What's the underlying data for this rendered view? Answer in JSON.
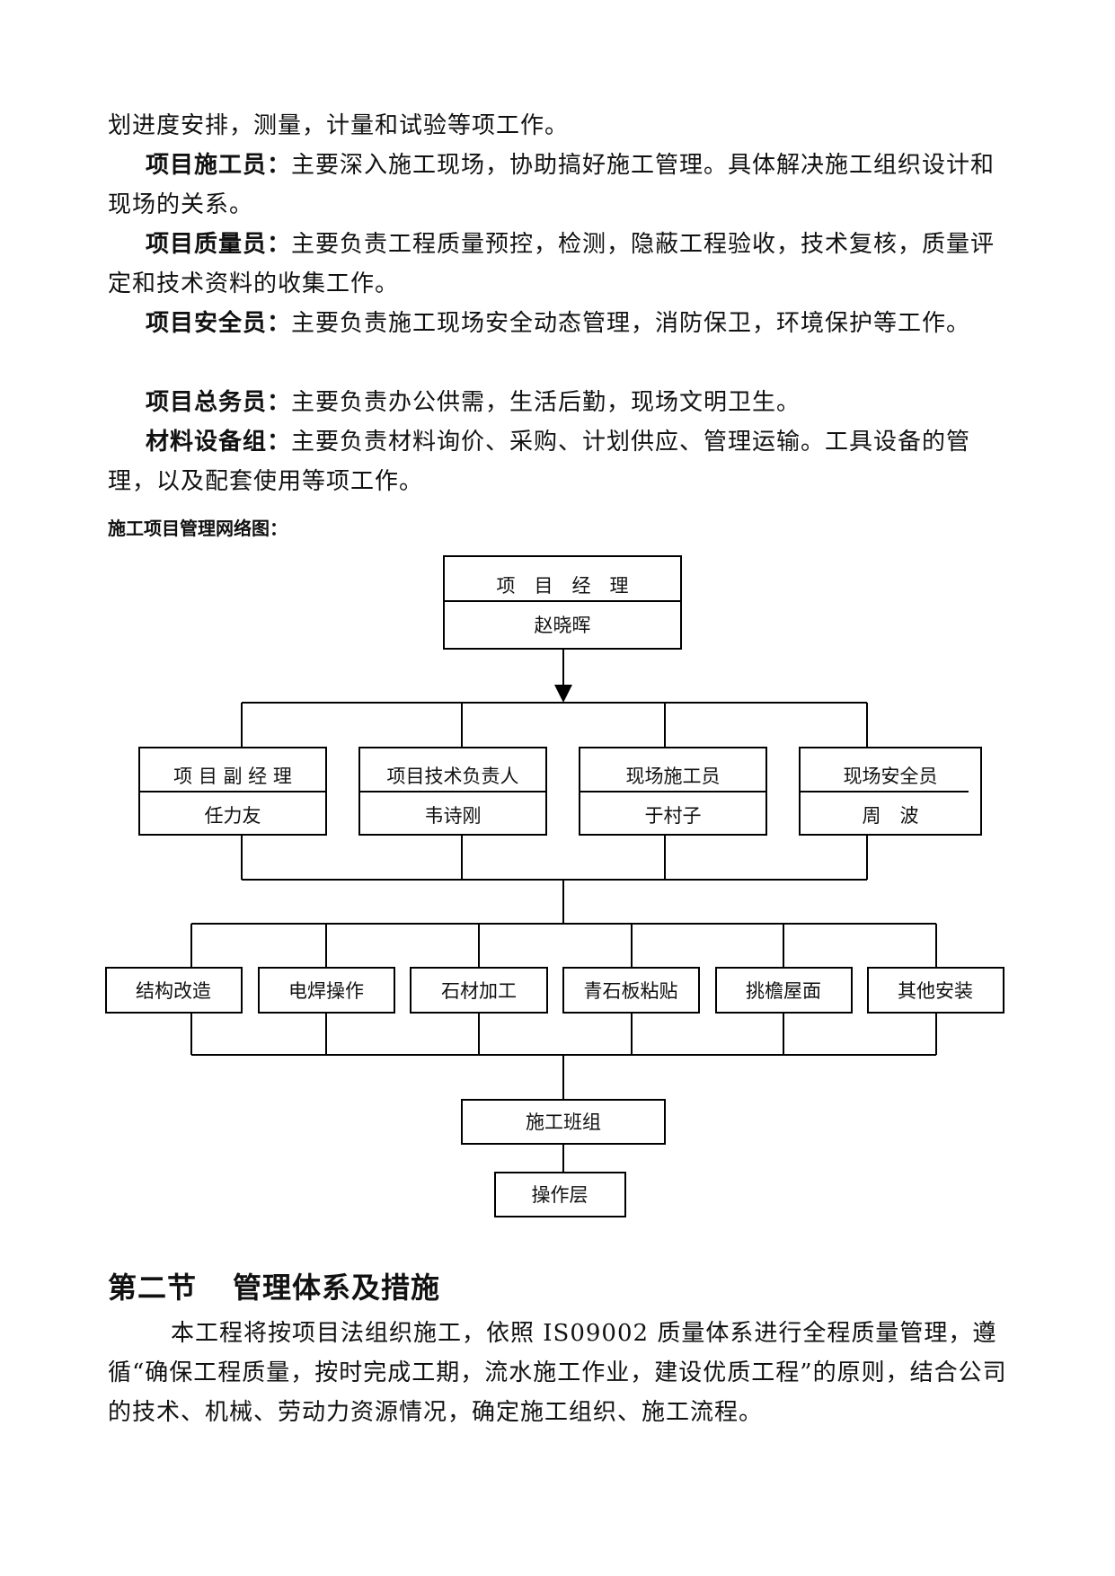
{
  "intro_paragraphs": [
    {
      "bold": "",
      "text": "划进度安排，测量，计量和试验等项工作。"
    },
    {
      "bold": "项目施工员：",
      "text": "主要深入施工现场，协助搞好施工管理。具体解决施工组织设计和现场的关系。"
    },
    {
      "bold": "项目质量员：",
      "text": "主要负责工程质量预控，检测，隐蔽工程验收，技术复核，质量评定和技术资料的收集工作。"
    },
    {
      "bold": "项目安全员：",
      "text": "主要负责施工现场安全动态管理，消防保卫，环境保护等工作。"
    },
    {
      "bold": "项目总务员：",
      "text": "主要负责办公供需，生活后勤，现场文明卫生。"
    },
    {
      "bold": "材料设备组：",
      "text": "主要负责材料询价、采购、计划供应、管理运输。工具设备的管理，以及配套使用等项工作。"
    }
  ],
  "chart_caption": "施工项目管理网络图：",
  "org_chart": {
    "manager": {
      "title": "项　目　经　理",
      "name": "赵晓晖"
    },
    "deputies": [
      {
        "title": "项 目 副 经 理",
        "name": "任力友"
      },
      {
        "title": "项目技术负责人",
        "name": "韦诗刚"
      },
      {
        "title": "现场施工员",
        "name": "于村子"
      },
      {
        "title": "现场安全员",
        "name": "周　波"
      }
    ],
    "teams": [
      "结构改造",
      "电焊操作",
      "石材加工",
      "青石板粘贴",
      "挑檐屋面",
      "其他安装"
    ],
    "crew": "施工班组",
    "layer": "操作层"
  },
  "section": {
    "number": "第二节",
    "title": "管理体系及措施",
    "body": "本工程将按项目法组织施工，依照 IS09002 质量体系进行全程质量管理，遵循“确保工程质量，按时完成工期，流水施工作业，建设优质工程”的原则，结合公司的技术、机械、劳动力资源情况，确定施工组织、施工流程。"
  },
  "colors": {
    "line": "#000000",
    "text": "#111111",
    "background": "#ffffff"
  }
}
